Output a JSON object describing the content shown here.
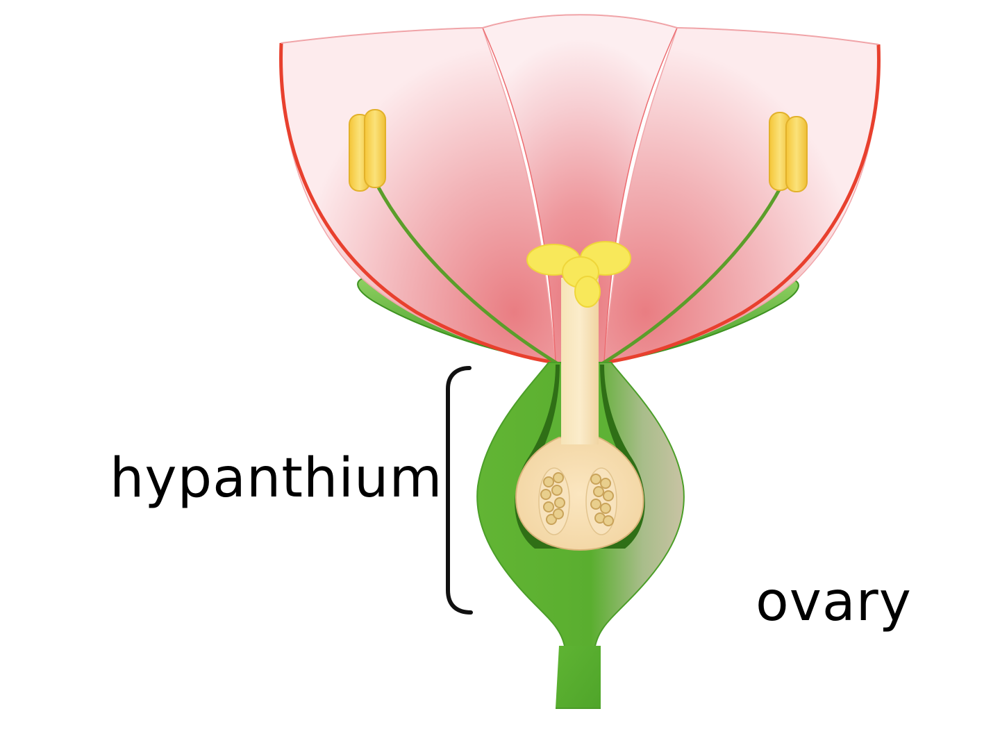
{
  "labels": {
    "hypanthium": "hypanthium",
    "ovary": "ovary"
  },
  "colors": {
    "petal_edge": "#e8402e",
    "petal_center": "#ee9296",
    "petal_light": "#fce8ea",
    "sepal": "#4faa2c",
    "receptacle": "#5cb332",
    "stem": "#57b02f",
    "style": "#f4dcae",
    "stigma": "#f8e85a",
    "anther": "#f2cc45",
    "filament": "#5b9e2a",
    "ovule": "#d8b06a"
  },
  "icons": {
    "flower": "flower-diagram"
  }
}
